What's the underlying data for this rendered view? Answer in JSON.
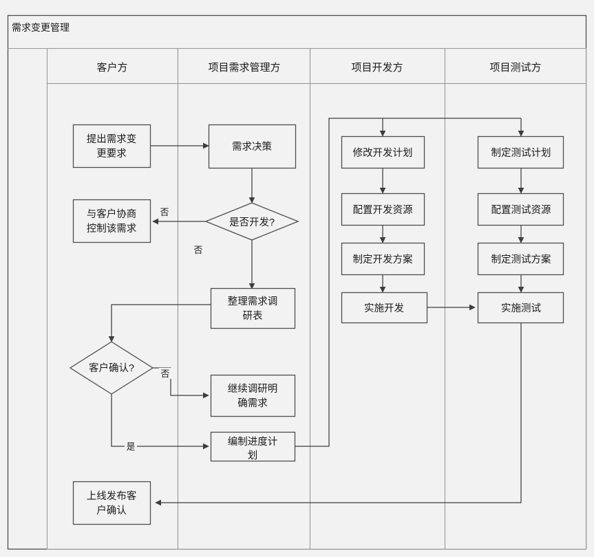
{
  "pool": {
    "title": "需求变更管理"
  },
  "lanes": [
    {
      "id": "customer",
      "label": "客户方"
    },
    {
      "id": "requirement",
      "label": "项目需求管理方"
    },
    {
      "id": "development",
      "label": "项目开发方"
    },
    {
      "id": "testing",
      "label": "项目测试方"
    }
  ],
  "nodes": {
    "raise_change": {
      "lane": "customer",
      "shape": "box",
      "label_lines": [
        "提出需求变",
        "更要求"
      ]
    },
    "negotiate": {
      "lane": "customer",
      "shape": "box",
      "label_lines": [
        "与客户协商",
        "控制该需求"
      ]
    },
    "customer_confirm": {
      "lane": "customer",
      "shape": "diamond",
      "label_lines": [
        "客户确认?"
      ]
    },
    "release_confirm": {
      "lane": "customer",
      "shape": "box",
      "label_lines": [
        "上线发布客",
        "户确认"
      ]
    },
    "req_decision": {
      "lane": "requirement",
      "shape": "box",
      "label_lines": [
        "需求决策"
      ]
    },
    "whether_develop": {
      "lane": "requirement",
      "shape": "diamond",
      "label_lines": [
        "是否开发?"
      ]
    },
    "organize_survey": {
      "lane": "requirement",
      "shape": "box",
      "label_lines": [
        "整理需求调",
        "研表"
      ]
    },
    "continue_survey": {
      "lane": "requirement",
      "shape": "box",
      "label_lines": [
        "继续调研明",
        "确需求"
      ]
    },
    "schedule_plan": {
      "lane": "requirement",
      "shape": "box",
      "label_lines": [
        "编制进度计",
        "划"
      ]
    },
    "modify_dev_plan": {
      "lane": "development",
      "shape": "box",
      "label_lines": [
        "修改开发计划"
      ]
    },
    "config_dev_res": {
      "lane": "development",
      "shape": "box",
      "label_lines": [
        "配置开发资源"
      ]
    },
    "make_dev_scheme": {
      "lane": "development",
      "shape": "box",
      "label_lines": [
        "制定开发方案"
      ]
    },
    "implement_dev": {
      "lane": "development",
      "shape": "box",
      "label_lines": [
        "实施开发"
      ]
    },
    "make_test_plan": {
      "lane": "testing",
      "shape": "box",
      "label_lines": [
        "制定测试计划"
      ]
    },
    "config_test_res": {
      "lane": "testing",
      "shape": "box",
      "label_lines": [
        "配置测试资源"
      ]
    },
    "make_test_scheme": {
      "lane": "testing",
      "shape": "box",
      "label_lines": [
        "制定测试方案"
      ]
    },
    "implement_test": {
      "lane": "testing",
      "shape": "box",
      "label_lines": [
        "实施测试"
      ]
    }
  },
  "edge_labels": {
    "develop_no_left": "否",
    "develop_no_bottom": "否",
    "confirm_no": "否",
    "confirm_yes": "是"
  },
  "colors": {
    "background": "#f2f2f2",
    "node_stroke": "#4d4d4d",
    "lane_stroke": "#999999",
    "edge_stroke": "#3d3d3d",
    "text": "#1a1a1a"
  }
}
